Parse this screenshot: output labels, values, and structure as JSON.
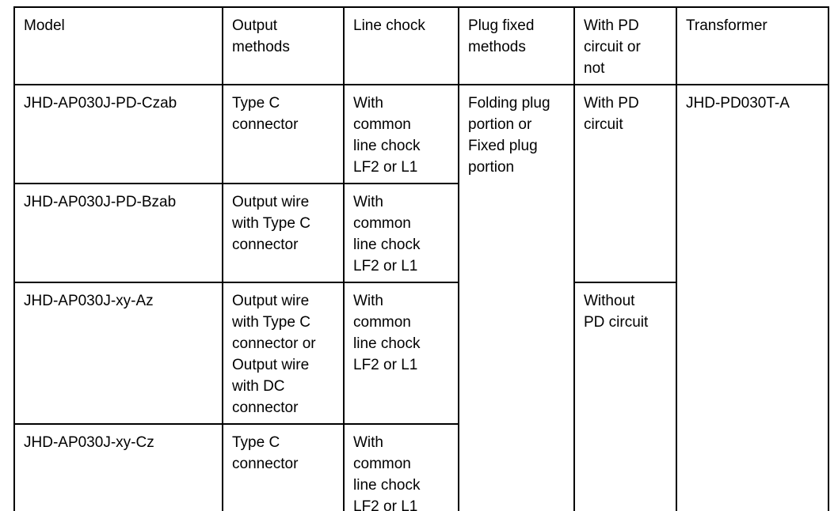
{
  "table": {
    "columns": {
      "model": "Model",
      "output_methods": "Output\nmethods",
      "line_chock": "Line chock",
      "plug_fixed_methods": "Plug fixed\nmethods",
      "pd_circuit_or_not": "With PD\ncircuit or\nnot",
      "transformer": "Transformer"
    },
    "rows": [
      {
        "model": "JHD-AP030J-PD-Czab",
        "output": "Type C\nconnector",
        "chock": "With\ncommon\nline chock\nLF2 or L1"
      },
      {
        "model": "JHD-AP030J-PD-Bzab",
        "output": "Output wire\nwith Type C\nconnector",
        "chock": "With\ncommon\nline chock\nLF2 or L1"
      },
      {
        "model": "JHD-AP030J-xy-Az",
        "output": "Output wire\nwith Type C\nconnector or\nOutput wire\nwith DC\nconnector",
        "chock": "With\ncommon\nline chock\nLF2 or L1"
      },
      {
        "model": "JHD-AP030J-xy-Cz",
        "output": "Type C\nconnector",
        "chock": "With\ncommon\nline chock\nLF2 or L1"
      }
    ],
    "merged": {
      "plug_fixed": "Folding plug\nportion or\nFixed plug\nportion",
      "pd_with": "With PD\ncircuit",
      "pd_without": "Without\nPD circuit",
      "transformer_model": "JHD-PD030T-A"
    },
    "colors": {
      "border": "#000000",
      "text": "#000000",
      "background": "#ffffff"
    }
  }
}
